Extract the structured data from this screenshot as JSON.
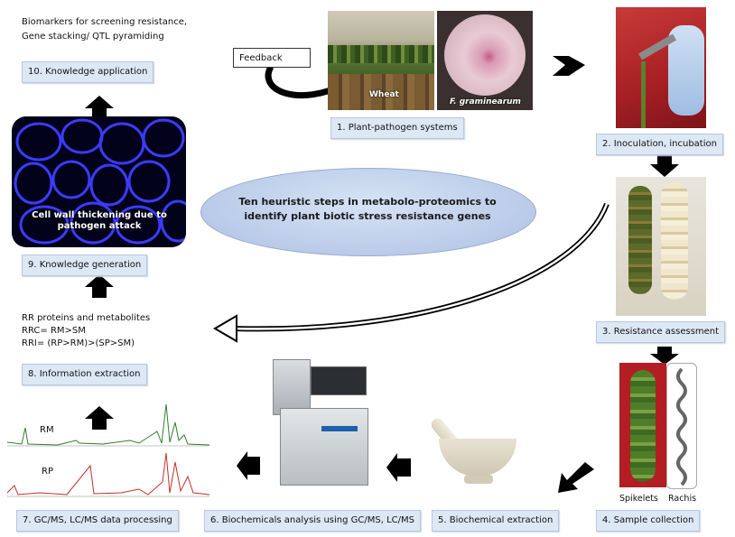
{
  "title": "Ten heuristic steps in metabolo-proteomics to identify plant biotic stress resistance genes",
  "feedback_label": "Feedback",
  "steps": {
    "s1": "1. Plant-pathogen systems",
    "s2": "2. Inoculation, incubation",
    "s3": "3. Resistance assessment",
    "s4": "4. Sample collection",
    "s5": "5. Biochemical extraction",
    "s6": "6. Biochemicals analysis  using GC/MS, LC/MS",
    "s7": "7. GC/MS, LC/MS data processing",
    "s8": "8. Information extraction",
    "s9": "9. Knowledge generation",
    "s10": "10. Knowledge application"
  },
  "notes": {
    "app_line1": "Biomarkers for screening  resistance,",
    "app_line2": "Gene stacking/  QTL pyramiding",
    "rr_line1": "RR proteins and metabolites",
    "rr_line2": "RRC= RM>SM",
    "rr_line3": "RRI= (RP>RM)>(SP>SM)"
  },
  "image_labels": {
    "wheat": "Wheat",
    "fusarium": "F. graminearum",
    "cellwall": "Cell wall thickening due to pathogen attack",
    "spikelets": "Spikelets",
    "rachis": "Rachis",
    "rm": "RM",
    "rp": "RP"
  },
  "colors": {
    "step_box": "#dde8f5",
    "ellipse": "#b9cbe8",
    "arrow": "#000000",
    "cell_glow": "#3b3bff",
    "chrom_rm": "#2f7d2f",
    "chrom_rp": "#c0302a"
  }
}
